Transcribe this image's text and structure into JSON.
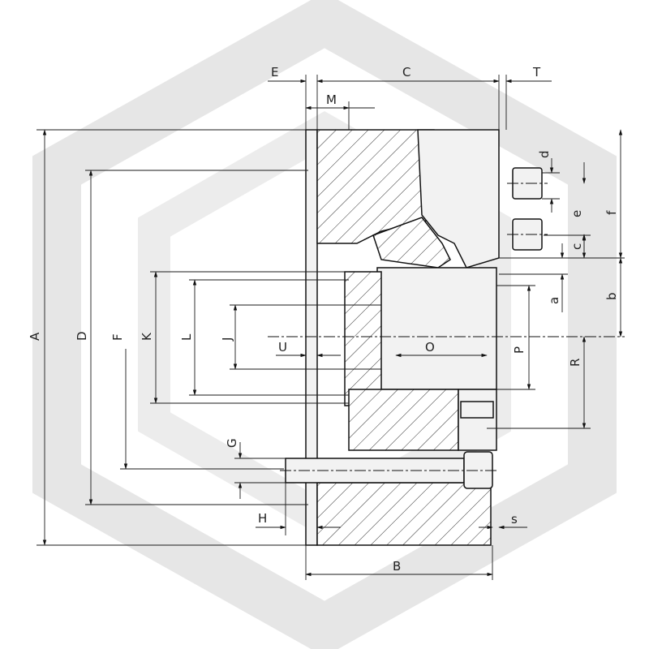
{
  "watermark": {
    "shape": "hexagon",
    "color": "#e6e6e6"
  },
  "dimension_labels": {
    "A": "A",
    "B": "B",
    "C": "C",
    "D": "D",
    "E": "E",
    "F": "F",
    "G": "G",
    "H": "H",
    "J": "J",
    "K": "K",
    "L": "L",
    "M": "M",
    "O": "O",
    "P": "P",
    "R": "R",
    "T": "T",
    "U": "U",
    "a": "a",
    "b": "b",
    "c": "c",
    "d": "d",
    "e": "e",
    "f": "f",
    "s": "s"
  },
  "colors": {
    "line": "#1a1a1a",
    "hatch": "#333333",
    "background": "#ffffff"
  }
}
